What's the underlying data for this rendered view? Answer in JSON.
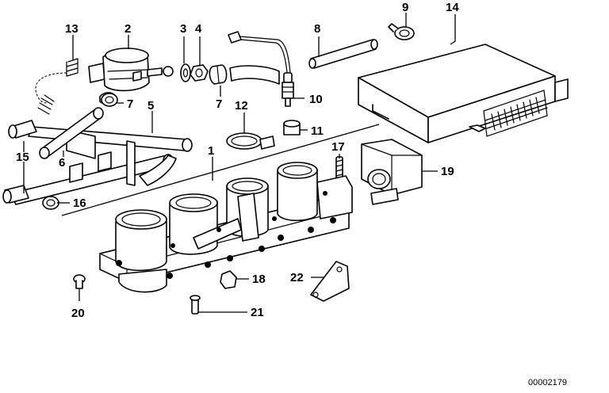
{
  "callouts": [
    {
      "id": "c1",
      "text": "1"
    },
    {
      "id": "c2",
      "text": "2"
    },
    {
      "id": "c3",
      "text": "3"
    },
    {
      "id": "c4",
      "text": "4"
    },
    {
      "id": "c5",
      "text": "5"
    },
    {
      "id": "c6",
      "text": "6"
    },
    {
      "id": "c7a",
      "text": "7"
    },
    {
      "id": "c7b",
      "text": "7"
    },
    {
      "id": "c8",
      "text": "8"
    },
    {
      "id": "c9",
      "text": "9"
    },
    {
      "id": "c10",
      "text": "10"
    },
    {
      "id": "c11",
      "text": "11"
    },
    {
      "id": "c12",
      "text": "12"
    },
    {
      "id": "c13",
      "text": "13"
    },
    {
      "id": "c14",
      "text": "14"
    },
    {
      "id": "c15",
      "text": "15"
    },
    {
      "id": "c16",
      "text": "16"
    },
    {
      "id": "c17",
      "text": "17"
    },
    {
      "id": "c18",
      "text": "18"
    },
    {
      "id": "c19",
      "text": "19"
    },
    {
      "id": "c20",
      "text": "20"
    },
    {
      "id": "c21",
      "text": "21"
    },
    {
      "id": "c22",
      "text": "22"
    }
  ],
  "document_number": "00002179"
}
